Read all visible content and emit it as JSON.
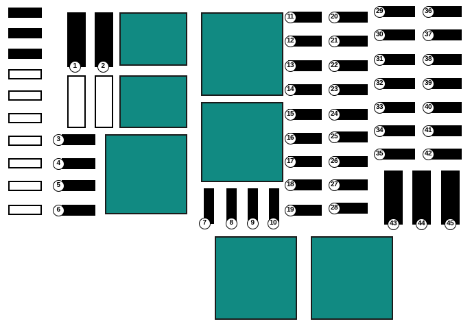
{
  "colors": {
    "relay": "#118a82",
    "fuse": "#000000",
    "spare_slot": "#ffffff",
    "outline": "#1a1a1a"
  },
  "relays": [
    {
      "id": "relay-1"
    },
    {
      "id": "relay-2"
    },
    {
      "id": "relay-3"
    },
    {
      "id": "relay-4"
    },
    {
      "id": "relay-5"
    },
    {
      "id": "relay-6"
    },
    {
      "id": "relay-7"
    }
  ],
  "fuses": [
    {
      "number": "1"
    },
    {
      "number": "2"
    },
    {
      "number": "3"
    },
    {
      "number": "4"
    },
    {
      "number": "5"
    },
    {
      "number": "6"
    },
    {
      "number": "7"
    },
    {
      "number": "8"
    },
    {
      "number": "9"
    },
    {
      "number": "10"
    },
    {
      "number": "11"
    },
    {
      "number": "12"
    },
    {
      "number": "13"
    },
    {
      "number": "14"
    },
    {
      "number": "15"
    },
    {
      "number": "16"
    },
    {
      "number": "17"
    },
    {
      "number": "18"
    },
    {
      "number": "19"
    },
    {
      "number": "20"
    },
    {
      "number": "21"
    },
    {
      "number": "22"
    },
    {
      "number": "23"
    },
    {
      "number": "24"
    },
    {
      "number": "25"
    },
    {
      "number": "26"
    },
    {
      "number": "27"
    },
    {
      "number": "28"
    },
    {
      "number": "29"
    },
    {
      "number": "30"
    },
    {
      "number": "31"
    },
    {
      "number": "32"
    },
    {
      "number": "33"
    },
    {
      "number": "34"
    },
    {
      "number": "35"
    },
    {
      "number": "36"
    },
    {
      "number": "37"
    },
    {
      "number": "38"
    },
    {
      "number": "39"
    },
    {
      "number": "40"
    },
    {
      "number": "41"
    },
    {
      "number": "42"
    },
    {
      "number": "43"
    },
    {
      "number": "44"
    },
    {
      "number": "45"
    }
  ]
}
